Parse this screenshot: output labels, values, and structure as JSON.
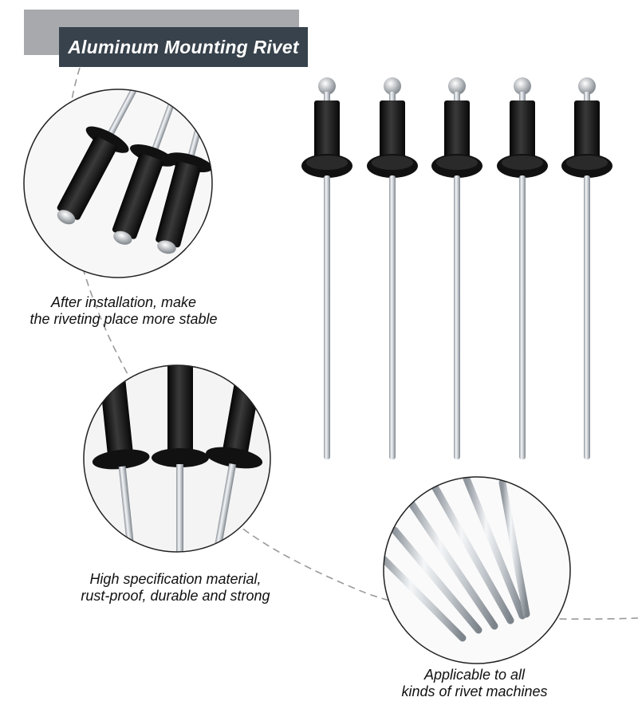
{
  "banner": {
    "title": "Aluminum Mounting Rivet"
  },
  "captions": {
    "stable": [
      "After installation, make",
      "the riveting place more stable"
    ],
    "material": [
      "High specification material,",
      "rust-proof, durable and strong"
    ],
    "machines": [
      "Applicable to all",
      "kinds of rivet machines"
    ]
  },
  "colors": {
    "rivet_body": "#141414",
    "mandrel": "#c9cdd1",
    "banner_dark": "#37424c",
    "banner_light": "#a7a9ac",
    "dashed_line": "#9a9a9a"
  },
  "product": {
    "rivet_count": 5
  }
}
